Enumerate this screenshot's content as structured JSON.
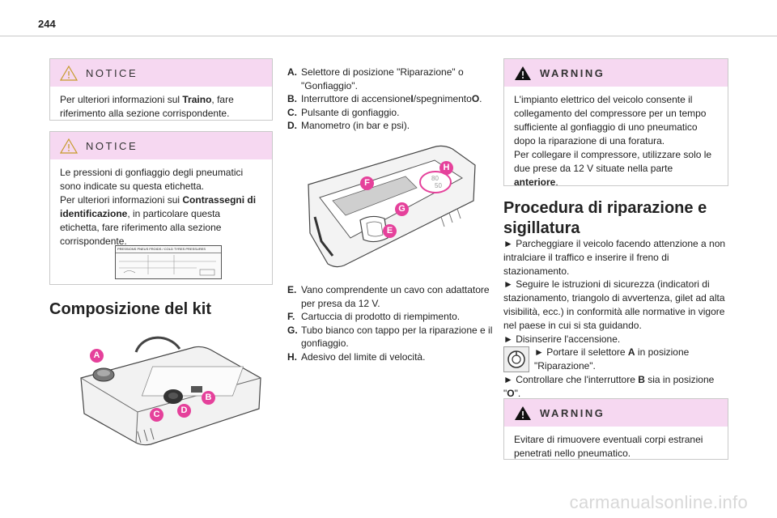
{
  "page_number": "244",
  "col1": {
    "notice1": {
      "title": "NOTICE",
      "pre": "Per ulteriori informazioni sul ",
      "bold": "Traino",
      "post": ", fare riferimento alla sezione corrispondente."
    },
    "notice2": {
      "title": "NOTICE",
      "line1": "Le pressioni di gonfiaggio degli pneumatici sono indicate su questa etichetta.",
      "pre": "Per ulteriori informazioni sui ",
      "bold": "Contrassegni di identificazione",
      "post": ", in particolare questa etichetta, fare riferimento alla sezione corrispondente.",
      "label_text": "PRESSIONS PNEUS FROIDS / COLD TYRES PRESSURES"
    },
    "heading": "Composizione del kit"
  },
  "col2": {
    "parts_top": [
      {
        "key": "A.",
        "text": "Selettore di posizione \"Riparazione\" o \"Gonfiaggio\"."
      },
      {
        "key": "B.",
        "pre": "Interruttore di accensione",
        "b1": "I",
        "mid": "/spegnimento",
        "b2": "O",
        "post": "."
      },
      {
        "key": "C.",
        "text": "Pulsante di gonfiaggio."
      },
      {
        "key": "D.",
        "text": "Manometro (in bar e psi)."
      }
    ],
    "parts_bottom": [
      {
        "key": "E.",
        "text": "Vano comprendente un cavo con adattatore per presa da 12 V."
      },
      {
        "key": "F.",
        "text": "Cartuccia di prodotto di riempimento."
      },
      {
        "key": "G.",
        "text": "Tubo bianco con tappo per la riparazione e il gonfiaggio."
      },
      {
        "key": "H.",
        "text": "Adesivo del limite di velocità."
      }
    ],
    "speed_label": [
      "80",
      "50"
    ]
  },
  "col3": {
    "warning1": {
      "title": "WARNING",
      "text1": "L'impianto elettrico del veicolo consente il collegamento del compressore per un tempo sufficiente al gonfiaggio di uno pneumatico dopo la riparazione di una foratura.",
      "pre": "Per collegare il compressore, utilizzare solo le due prese da 12 V situate nella parte ",
      "bold": "anteriore",
      "post": "."
    },
    "heading": "Procedura di riparazione e sigillatura",
    "steps": {
      "s1": "► Parcheggiare il veicolo facendo attenzione a non intralciare il traffico e inserire il freno di stazionamento.",
      "s2": "► Seguire le istruzioni di sicurezza (indicatori di stazionamento, triangolo di avvertenza, gilet ad alta visibilità, ecc.) in conformità alle normative in vigore nel paese in cui si sta guidando.",
      "s3": "► Disinserire l'accensione.",
      "s4_pre": "► Portare il selettore ",
      "s4_bold": "A",
      "s4_post": " in posizione \"Riparazione\".",
      "s5_pre": "► Controllare che l'interruttore ",
      "s5_bold": "B",
      "s5_mid": " sia in posizione \"",
      "s5_bold2": "O",
      "s5_post": "\"."
    },
    "warning2": {
      "title": "WARNING",
      "text": "Evitare di rimuovere eventuali corpi estranei penetrati nello pneumatico."
    }
  },
  "callouts": {
    "A": "A",
    "B": "B",
    "C": "C",
    "D": "D",
    "E": "E",
    "F": "F",
    "G": "G",
    "H": "H"
  },
  "watermark": "carmanualsonline.info",
  "colors": {
    "accent_pink": "#f6d8f1",
    "callout_pink": "#e5419b",
    "border": "#c9c9c9"
  }
}
